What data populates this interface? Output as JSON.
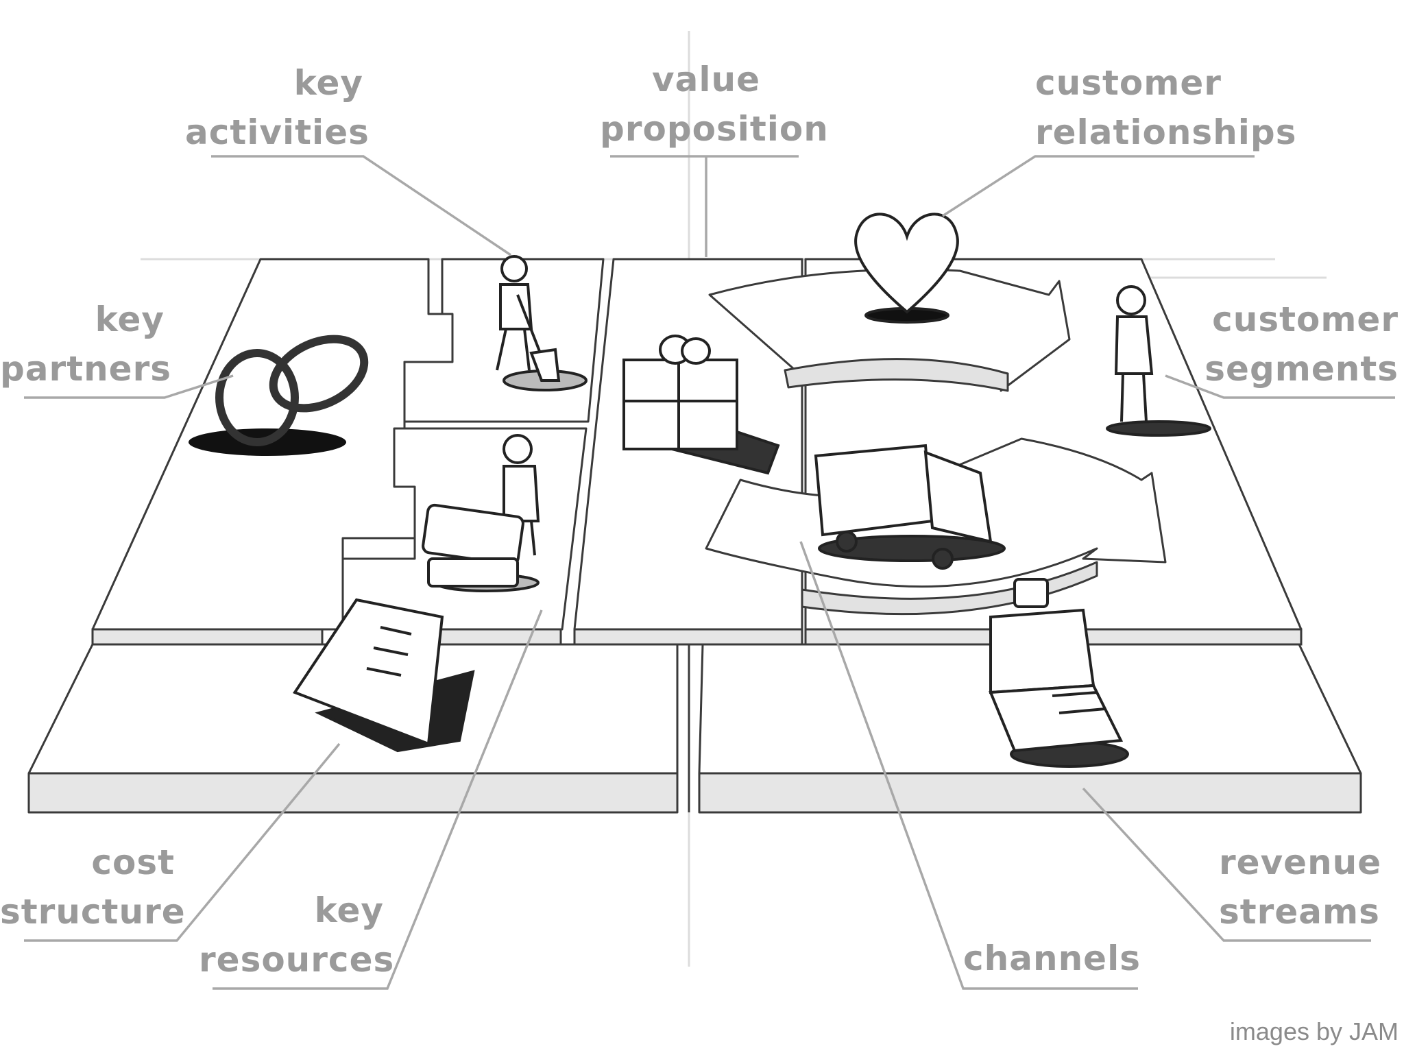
{
  "labels": {
    "key_activities": {
      "line1": "key",
      "line2": "activities"
    },
    "value_proposition": {
      "line1": "value",
      "line2": "proposition"
    },
    "customer_relationships": {
      "line1": "customer",
      "line2": "relationships"
    },
    "key_partners": {
      "line1": "key",
      "line2": "partners"
    },
    "customer_segments": {
      "line1": "customer",
      "line2": "segments"
    },
    "cost_structure": {
      "line1": "cost",
      "line2": "structure"
    },
    "key_resources": {
      "line1": "key",
      "line2": "resources"
    },
    "channels": {
      "line1": "channels"
    },
    "revenue_streams": {
      "line1": "revenue",
      "line2": "streams"
    }
  },
  "credit": "images by JAM",
  "icons": [
    "rings-icon",
    "digging-person-icon",
    "working-person-icon",
    "gift-icon",
    "heart-icon",
    "truck-icon",
    "standing-person-icon",
    "cash-register-icon",
    "document-icon"
  ],
  "colors": {
    "label": "#9a9a9a",
    "line": "#3a3a3a",
    "side": "#e6e6e6",
    "leader": "#a8a8a8"
  }
}
